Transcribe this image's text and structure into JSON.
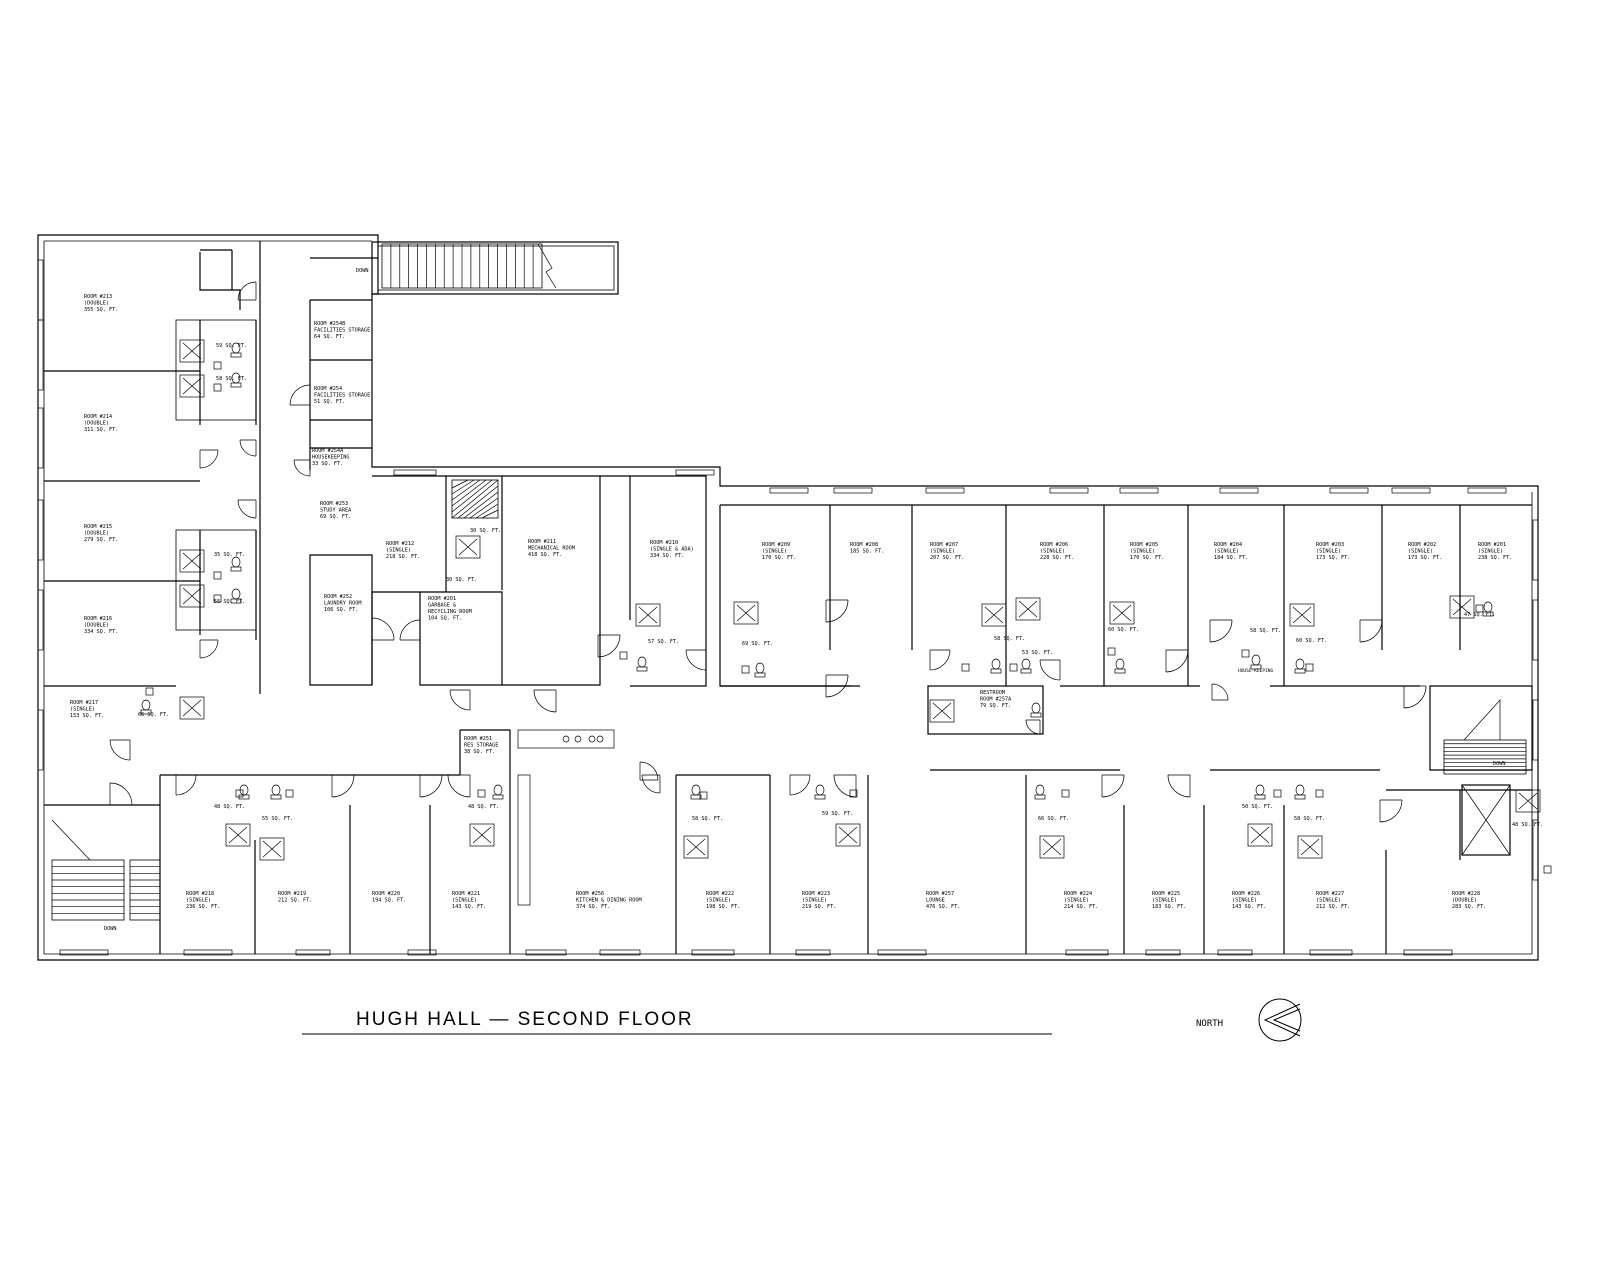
{
  "title": "HUGH HALL — SECOND FLOOR",
  "north_label": "NORTH",
  "stair_labels": [
    "DOWN",
    "DOWN",
    "DOWN"
  ],
  "rooms": [
    {
      "id": "213",
      "lines": [
        "ROOM #213",
        "(DOUBLE)",
        "355 SQ. FT."
      ]
    },
    {
      "id": "214",
      "lines": [
        "ROOM #214",
        "(DOUBLE)",
        "311 SQ. FT."
      ]
    },
    {
      "id": "215",
      "lines": [
        "ROOM #215",
        "(DOUBLE)",
        "279 SQ. FT."
      ]
    },
    {
      "id": "216",
      "lines": [
        "ROOM #216",
        "(DOUBLE)",
        "334 SQ. FT."
      ]
    },
    {
      "id": "217",
      "lines": [
        "ROOM #217",
        "(SINGLE)",
        "153 SQ. FT."
      ]
    },
    {
      "id": "254B",
      "lines": [
        "ROOM #254B",
        "FACILITIES STORAGE",
        "64 SQ. FT."
      ]
    },
    {
      "id": "254",
      "lines": [
        "ROOM #254",
        "FACILITIES STORAGE",
        "51 SQ. FT."
      ]
    },
    {
      "id": "254A",
      "lines": [
        "ROOM #254A",
        "HOUSEKEEPING",
        "33 SQ. FT."
      ]
    },
    {
      "id": "253",
      "lines": [
        "ROOM #253",
        "STUDY AREA",
        "69 SQ. FT."
      ]
    },
    {
      "id": "252",
      "lines": [
        "ROOM #252",
        "LAUNDRY ROOM",
        "106 SQ. FT."
      ]
    },
    {
      "id": "212",
      "lines": [
        "ROOM #212",
        "(SINGLE)",
        "218 SQ. FT."
      ]
    },
    {
      "id": "201G",
      "lines": [
        "ROOM #201",
        "GARBAGE &",
        "RECYCLING ROOM",
        "104 SQ. FT."
      ]
    },
    {
      "id": "211",
      "lines": [
        "ROOM #211",
        "MECHANICAL ROOM",
        "418 SQ. FT."
      ]
    },
    {
      "id": "210",
      "lines": [
        "ROOM #210",
        "(SINGLE & ADA)",
        "334 SQ. FT."
      ]
    },
    {
      "id": "209",
      "lines": [
        "ROOM #209",
        "(SINGLE)",
        "170 SQ. FT."
      ]
    },
    {
      "id": "208",
      "lines": [
        "ROOM #208",
        "185 SQ. FT."
      ]
    },
    {
      "id": "207",
      "lines": [
        "ROOM #207",
        "(SINGLE)",
        "207 SQ. FT."
      ]
    },
    {
      "id": "206",
      "lines": [
        "ROOM #206",
        "(SINGLE)",
        "228 SQ. FT."
      ]
    },
    {
      "id": "205",
      "lines": [
        "ROOM #205",
        "(SINGLE)",
        "170 SQ. FT."
      ]
    },
    {
      "id": "204",
      "lines": [
        "ROOM #204",
        "(SINGLE)",
        "184 SQ. FT."
      ]
    },
    {
      "id": "203",
      "lines": [
        "ROOM #203",
        "(SINGLE)",
        "173 SQ. FT."
      ]
    },
    {
      "id": "202",
      "lines": [
        "ROOM #202",
        "(SINGLE)",
        "173 SQ. FT."
      ]
    },
    {
      "id": "201",
      "lines": [
        "ROOM #201",
        "(SINGLE)",
        "238 SQ. FT."
      ]
    },
    {
      "id": "257A",
      "lines": [
        "RESTROOM",
        "ROOM #257A",
        "79 SQ. FT."
      ]
    },
    {
      "id": "251",
      "lines": [
        "ROOM #251",
        "RES STORAGE",
        "38 SQ. FT."
      ]
    },
    {
      "id": "218",
      "lines": [
        "ROOM #218",
        "(SINGLE)",
        "236 SQ. FT."
      ]
    },
    {
      "id": "219",
      "lines": [
        "ROOM #219",
        "212 SQ. FT."
      ]
    },
    {
      "id": "220",
      "lines": [
        "ROOM #220",
        "194 SQ. FT."
      ]
    },
    {
      "id": "221",
      "lines": [
        "ROOM #221",
        "(SINGLE)",
        "143 SQ. FT."
      ]
    },
    {
      "id": "256",
      "lines": [
        "ROOM #256",
        "KITCHEN & DINING ROOM",
        "374 SQ. FT."
      ]
    },
    {
      "id": "222",
      "lines": [
        "ROOM #222",
        "(SINGLE)",
        "198 SQ. FT."
      ]
    },
    {
      "id": "223",
      "lines": [
        "ROOM #223",
        "(SINGLE)",
        "219 SQ. FT."
      ]
    },
    {
      "id": "257",
      "lines": [
        "ROOM #257",
        "LOUNGE",
        "476 SQ. FT."
      ]
    },
    {
      "id": "224",
      "lines": [
        "ROOM #224",
        "(SINGLE)",
        "214 SQ. FT."
      ]
    },
    {
      "id": "225",
      "lines": [
        "ROOM #225",
        "(SINGLE)",
        "183 SQ. FT."
      ]
    },
    {
      "id": "226",
      "lines": [
        "ROOM #226",
        "(SINGLE)",
        "143 SQ. FT."
      ]
    },
    {
      "id": "227",
      "lines": [
        "ROOM #227",
        "(SINGLE)",
        "212 SQ. FT."
      ]
    },
    {
      "id": "228",
      "lines": [
        "ROOM #228",
        "(DOUBLE)",
        "283 SQ. FT."
      ]
    }
  ],
  "small_areas": [
    "59 SQ. FT.",
    "58 SQ. FT.",
    "35 SQ. FT.",
    "55 SQ. FT.",
    "66 SQ. FT.",
    "30 SQ. FT.",
    "30 SQ. FT.",
    "57 SQ. FT.",
    "69 SQ. FT.",
    "58 SQ. FT.",
    "53 SQ. FT.",
    "60 SQ. FT.",
    "58 SQ. FT.",
    "60 SQ. FT.",
    "47 SQ. FT.",
    "48 SQ. FT.",
    "55 SQ. FT.",
    "48 SQ. FT.",
    "58 SQ. FT.",
    "59 SQ. FT.",
    "66 SQ. FT.",
    "50 SQ. FT.",
    "58 SQ. FT.",
    "48 SQ. FT."
  ],
  "housekeeping_label": "HOUSE-KEEPING"
}
